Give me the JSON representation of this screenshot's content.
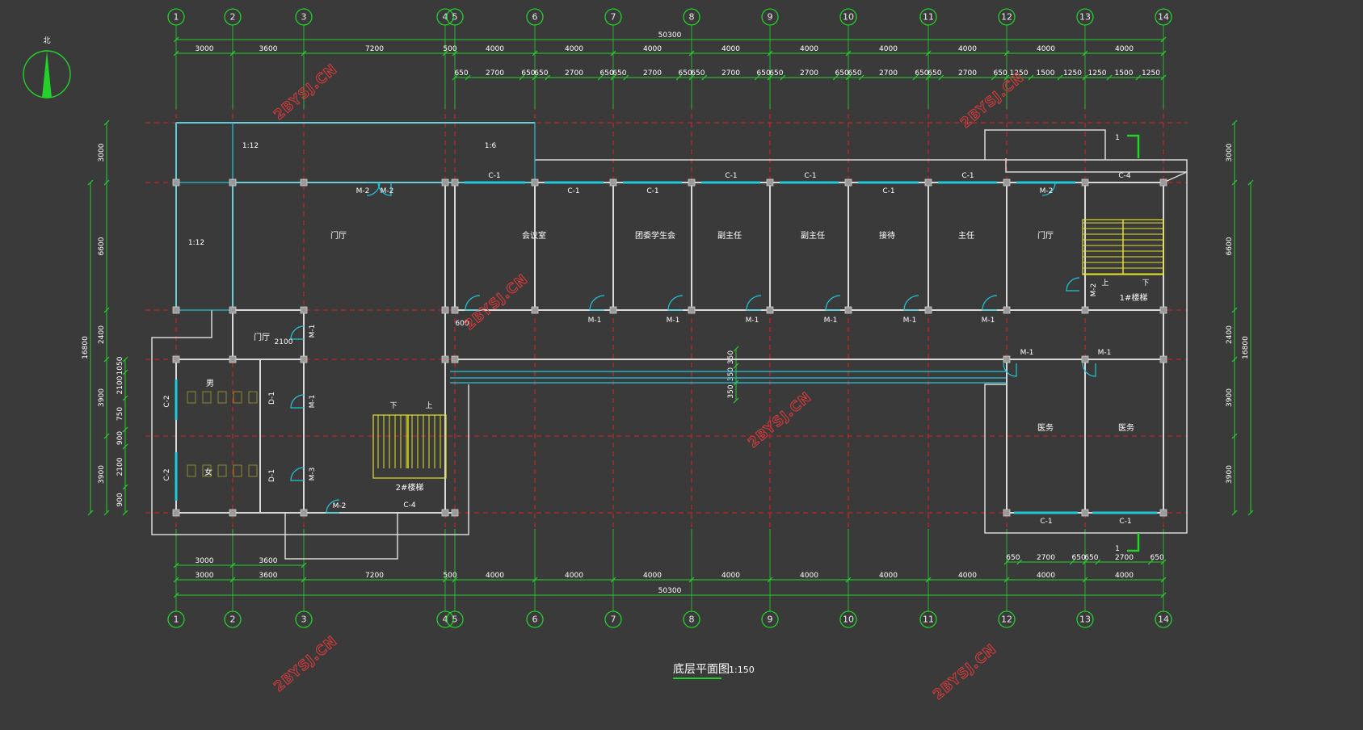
{
  "drawing": {
    "title": "底层平面图",
    "scale": "1:150",
    "north_label": "北",
    "watermark": "2BYSJ.CN",
    "section_mark": "1"
  },
  "axes": [
    "1",
    "2",
    "3",
    "4",
    "5",
    "6",
    "7",
    "8",
    "9",
    "10",
    "11",
    "12",
    "13",
    "14"
  ],
  "dimensions": {
    "total": "50300",
    "total_depth": "16800",
    "top_bays": [
      "3000",
      "3600",
      "7200",
      "500",
      "4000",
      "4000",
      "4000",
      "4000",
      "4000",
      "4000",
      "4000",
      "4000",
      "4000"
    ],
    "top_openings": [
      "650",
      "2700",
      "650",
      "650",
      "2700",
      "650",
      "650",
      "2700",
      "650",
      "650",
      "2700",
      "650",
      "650",
      "2700",
      "650",
      "650",
      "2700",
      "650",
      "650",
      "2700",
      "650",
      "1250",
      "1500",
      "1250",
      "1250",
      "1500",
      "1250"
    ],
    "bottom_upper": [
      "3000",
      "3600"
    ],
    "bottom_bays": [
      "3000",
      "3600",
      "7200",
      "500",
      "4000",
      "4000",
      "4000",
      "4000",
      "4000",
      "4000",
      "4000",
      "4000",
      "4000"
    ],
    "bottom_openings": [
      "650",
      "2700",
      "650",
      "650",
      "2700",
      "650"
    ],
    "left_depths": [
      "3000",
      "6600",
      "2400",
      "3900",
      "3900"
    ],
    "left_detail": [
      "1050",
      "2100",
      "750",
      "900",
      "2100",
      "900"
    ],
    "right_depths": [
      "3000",
      "6600",
      "2400",
      "3900",
      "3900"
    ],
    "corridor": [
      "350",
      "350",
      "350"
    ],
    "stair_width": "2100",
    "small_dim": "600"
  },
  "ramps": {
    "r1": "1:12",
    "r2": "1:6",
    "r3": "1:12"
  },
  "rooms": {
    "lobby_main": "门厅",
    "meeting": "会议室",
    "youth_league": "团委学生会",
    "vice1": "副主任",
    "vice2": "副主任",
    "reception": "接待",
    "director": "主任",
    "lobby_east": "门厅",
    "stair1": "1#楼梯",
    "stair2": "2#楼梯",
    "clinic1": "医务",
    "clinic2": "医务",
    "toilet_m": "男",
    "toilet_f": "女",
    "lobby_side": "门厅"
  },
  "tags": {
    "C1": "C-1",
    "C2": "C-2",
    "C4": "C-4",
    "M1": "M-1",
    "M2": "M-2",
    "M3": "M-3",
    "D1": "D-1",
    "up": "上",
    "down": "下"
  },
  "colors": {
    "background": "#3a3a3b",
    "grid": "#e02020",
    "dimension": "#23d12a",
    "wall": "#d8d8d8",
    "glazing": "#21c8d8",
    "stair": "#e3e02a",
    "watermark": "#e23a3a",
    "text": "#ffffff"
  }
}
